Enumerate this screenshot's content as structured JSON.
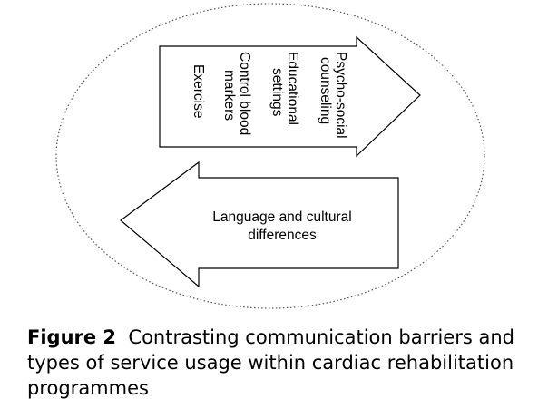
{
  "diagram": {
    "right_arrow": {
      "lines": [
        "Psycho-social",
        "counseling",
        "Educational",
        "settings",
        "Control blood",
        "markers",
        "Exercise"
      ]
    },
    "left_arrow": {
      "lines": [
        "Language and cultural",
        "differences"
      ]
    }
  },
  "caption": {
    "label": "Figure 2",
    "text": "Contrasting communication barriers and types of service usage within cardiac rehabilitation programmes"
  }
}
